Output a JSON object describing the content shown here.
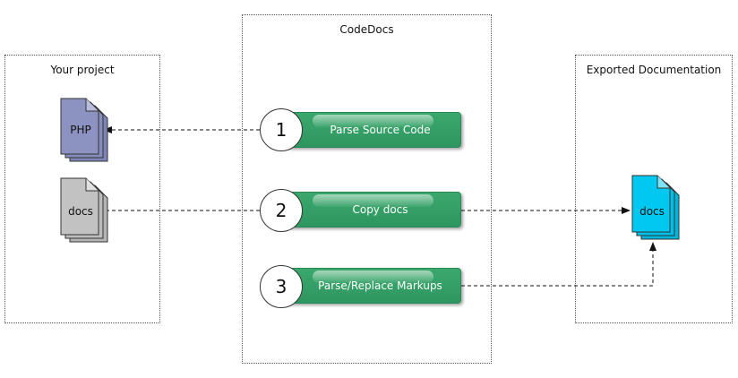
{
  "groups": {
    "project": {
      "title": "Your project"
    },
    "codedocs": {
      "title": "CodeDocs"
    },
    "exported": {
      "title": "Exported Documentation"
    }
  },
  "steps": [
    {
      "number": "1",
      "label": "Parse Source Code"
    },
    {
      "number": "2",
      "label": "Copy docs"
    },
    {
      "number": "3",
      "label": "Parse/Replace Markups"
    }
  ],
  "documents": {
    "php": {
      "label": "PHP",
      "color": "#8c93c0"
    },
    "docs": {
      "label": "docs",
      "color": "#c2c2c2"
    },
    "exported_docs": {
      "label": "docs",
      "color": "#00c8f0"
    }
  }
}
